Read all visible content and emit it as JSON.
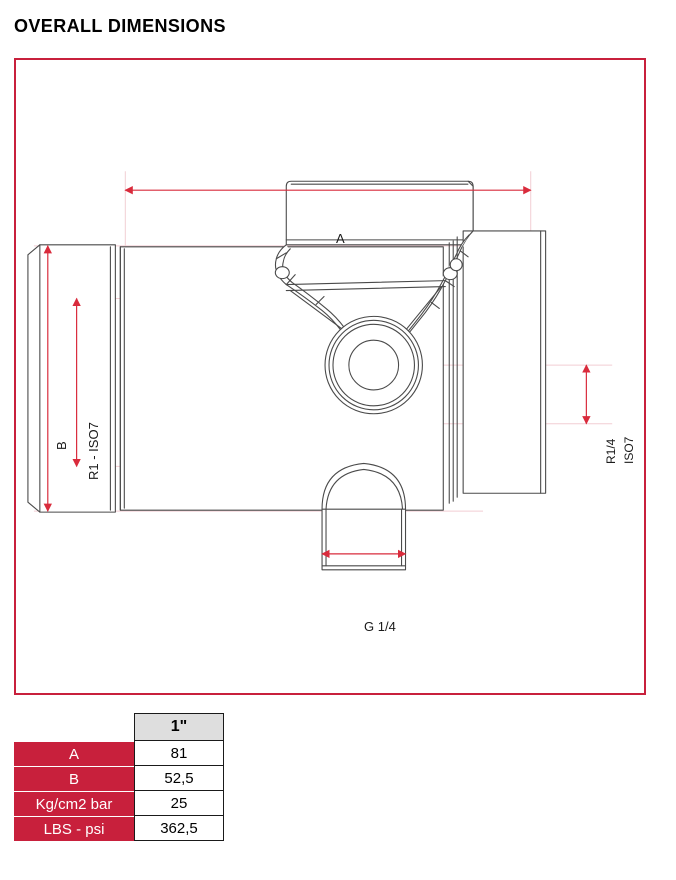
{
  "page": {
    "title": "OVERALL DIMENSIONS"
  },
  "drawing": {
    "frame_color": "#C8203C",
    "dimension_line_color": "#D92B3C",
    "geometry_line_color": "#3a3a3a",
    "construction_line_color": "#f0c8cc",
    "labels": {
      "overall_length": "A",
      "overall_height": "B",
      "left_port_thread": "R1 - ISO7",
      "right_port_thread": "R1/4",
      "right_port_standard": "ISO7",
      "bottom_port_thread": "G 1/4"
    }
  },
  "spec_table": {
    "blank_header": "",
    "size_header": "1\"",
    "rows": [
      {
        "label": "A",
        "value": "81"
      },
      {
        "label": "B",
        "value": "52,5"
      },
      {
        "label": "Kg/cm2 bar",
        "value": "25"
      },
      {
        "label": "LBS - psi",
        "value": "362,5"
      }
    ]
  }
}
